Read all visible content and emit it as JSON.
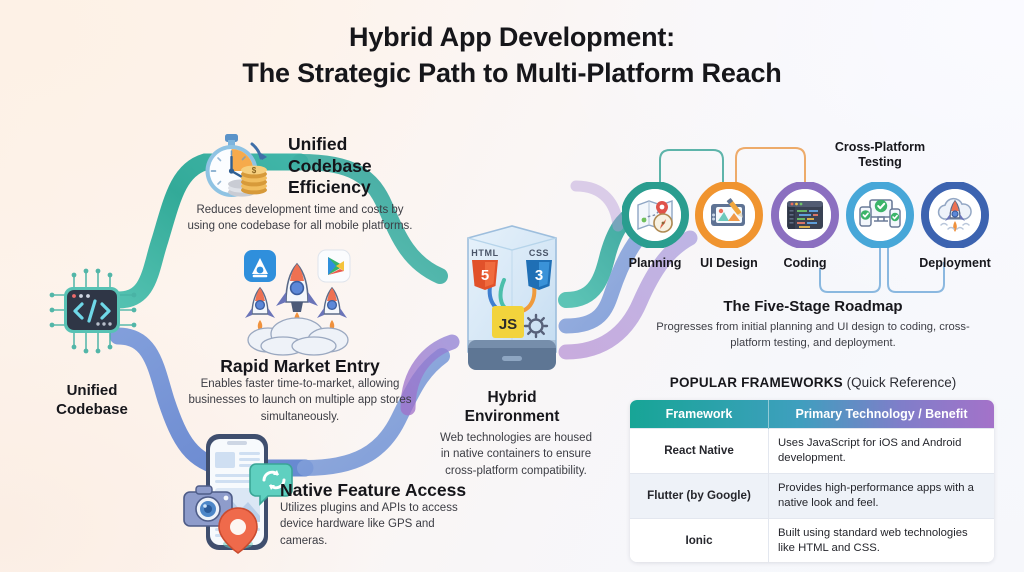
{
  "title": {
    "line1": "Hybrid App Development:",
    "line2": "The Strategic Path to Multi-Platform Reach"
  },
  "nodes": {
    "unified_codebase": {
      "label_line1": "Unified",
      "label_line2": "Codebase",
      "icon": "code-chip-icon"
    },
    "hybrid_environment": {
      "label_line1": "Hybrid",
      "label_line2": "Environment",
      "description": "Web technologies are housed in native containers to ensure cross-platform compatibility.",
      "icon": "hybrid-container-icon",
      "tech_badges": [
        "HTML",
        "CSS",
        "JS"
      ]
    }
  },
  "features": [
    {
      "id": "unified-codebase-efficiency",
      "heading_lines": [
        "Unified",
        "Codebase",
        "Efficiency"
      ],
      "heading": "Unified Codebase Efficiency",
      "description": "Reduces development time and costs by using one codebase for all mobile platforms.",
      "icon": "stopwatch-coins-icon",
      "accent": "#2fa898"
    },
    {
      "id": "rapid-market-entry",
      "heading_lines": [
        "Rapid Market Entry"
      ],
      "heading": "Rapid Market Entry",
      "description": "Enables faster time-to-market, allowing businesses to launch on multiple app stores simultaneously.",
      "icon": "rockets-launch-icon",
      "accent": "#ef8e33"
    },
    {
      "id": "native-feature-access",
      "heading_lines": [
        "Native Feature Access"
      ],
      "heading": "Native Feature Access",
      "description": "Utilizes plugins and APIs to access device hardware like GPS and cameras.",
      "icon": "phone-camera-gps-icon",
      "accent": "#6f7fd0"
    }
  ],
  "roadmap": {
    "title": "The Five-Stage Roadmap",
    "description": "Progresses from initial planning and UI design to coding, cross-platform testing, and deployment.",
    "stages": [
      {
        "label": "Planning",
        "icon": "map-compass-icon",
        "ring": "#2a9d8f"
      },
      {
        "label": "UI Design",
        "icon": "design-tablet-icon",
        "ring": "#f0942f"
      },
      {
        "label": "Coding",
        "icon": "code-window-icon",
        "ring": "#8b6fc0"
      },
      {
        "label": "Cross-Platform Testing",
        "icon": "devices-check-icon",
        "ring": "#47a7d8"
      },
      {
        "label": "Deployment",
        "icon": "cloud-rocket-icon",
        "ring": "#3c63b0"
      }
    ]
  },
  "frameworks": {
    "heading_bold": "POPULAR FRAMEWORKS",
    "heading_normal": "(Quick Reference)",
    "columns": [
      "Framework",
      "Primary Technology / Benefit"
    ],
    "rows": [
      {
        "name": "React Native",
        "benefit": "Uses JavaScript for iOS and Android development."
      },
      {
        "name": "Flutter (by Google)",
        "benefit": "Provides high-performance apps with a native look and feel."
      },
      {
        "name": "Ionic",
        "benefit": "Built using standard web technologies like HTML and CSS."
      }
    ]
  },
  "colors": {
    "teal": "#2fa898",
    "orange": "#ef8e33",
    "blue": "#6f8fd6",
    "purple": "#9a6fc6",
    "header_gradient_start": "#17a596",
    "header_gradient_end": "#a472c9"
  }
}
